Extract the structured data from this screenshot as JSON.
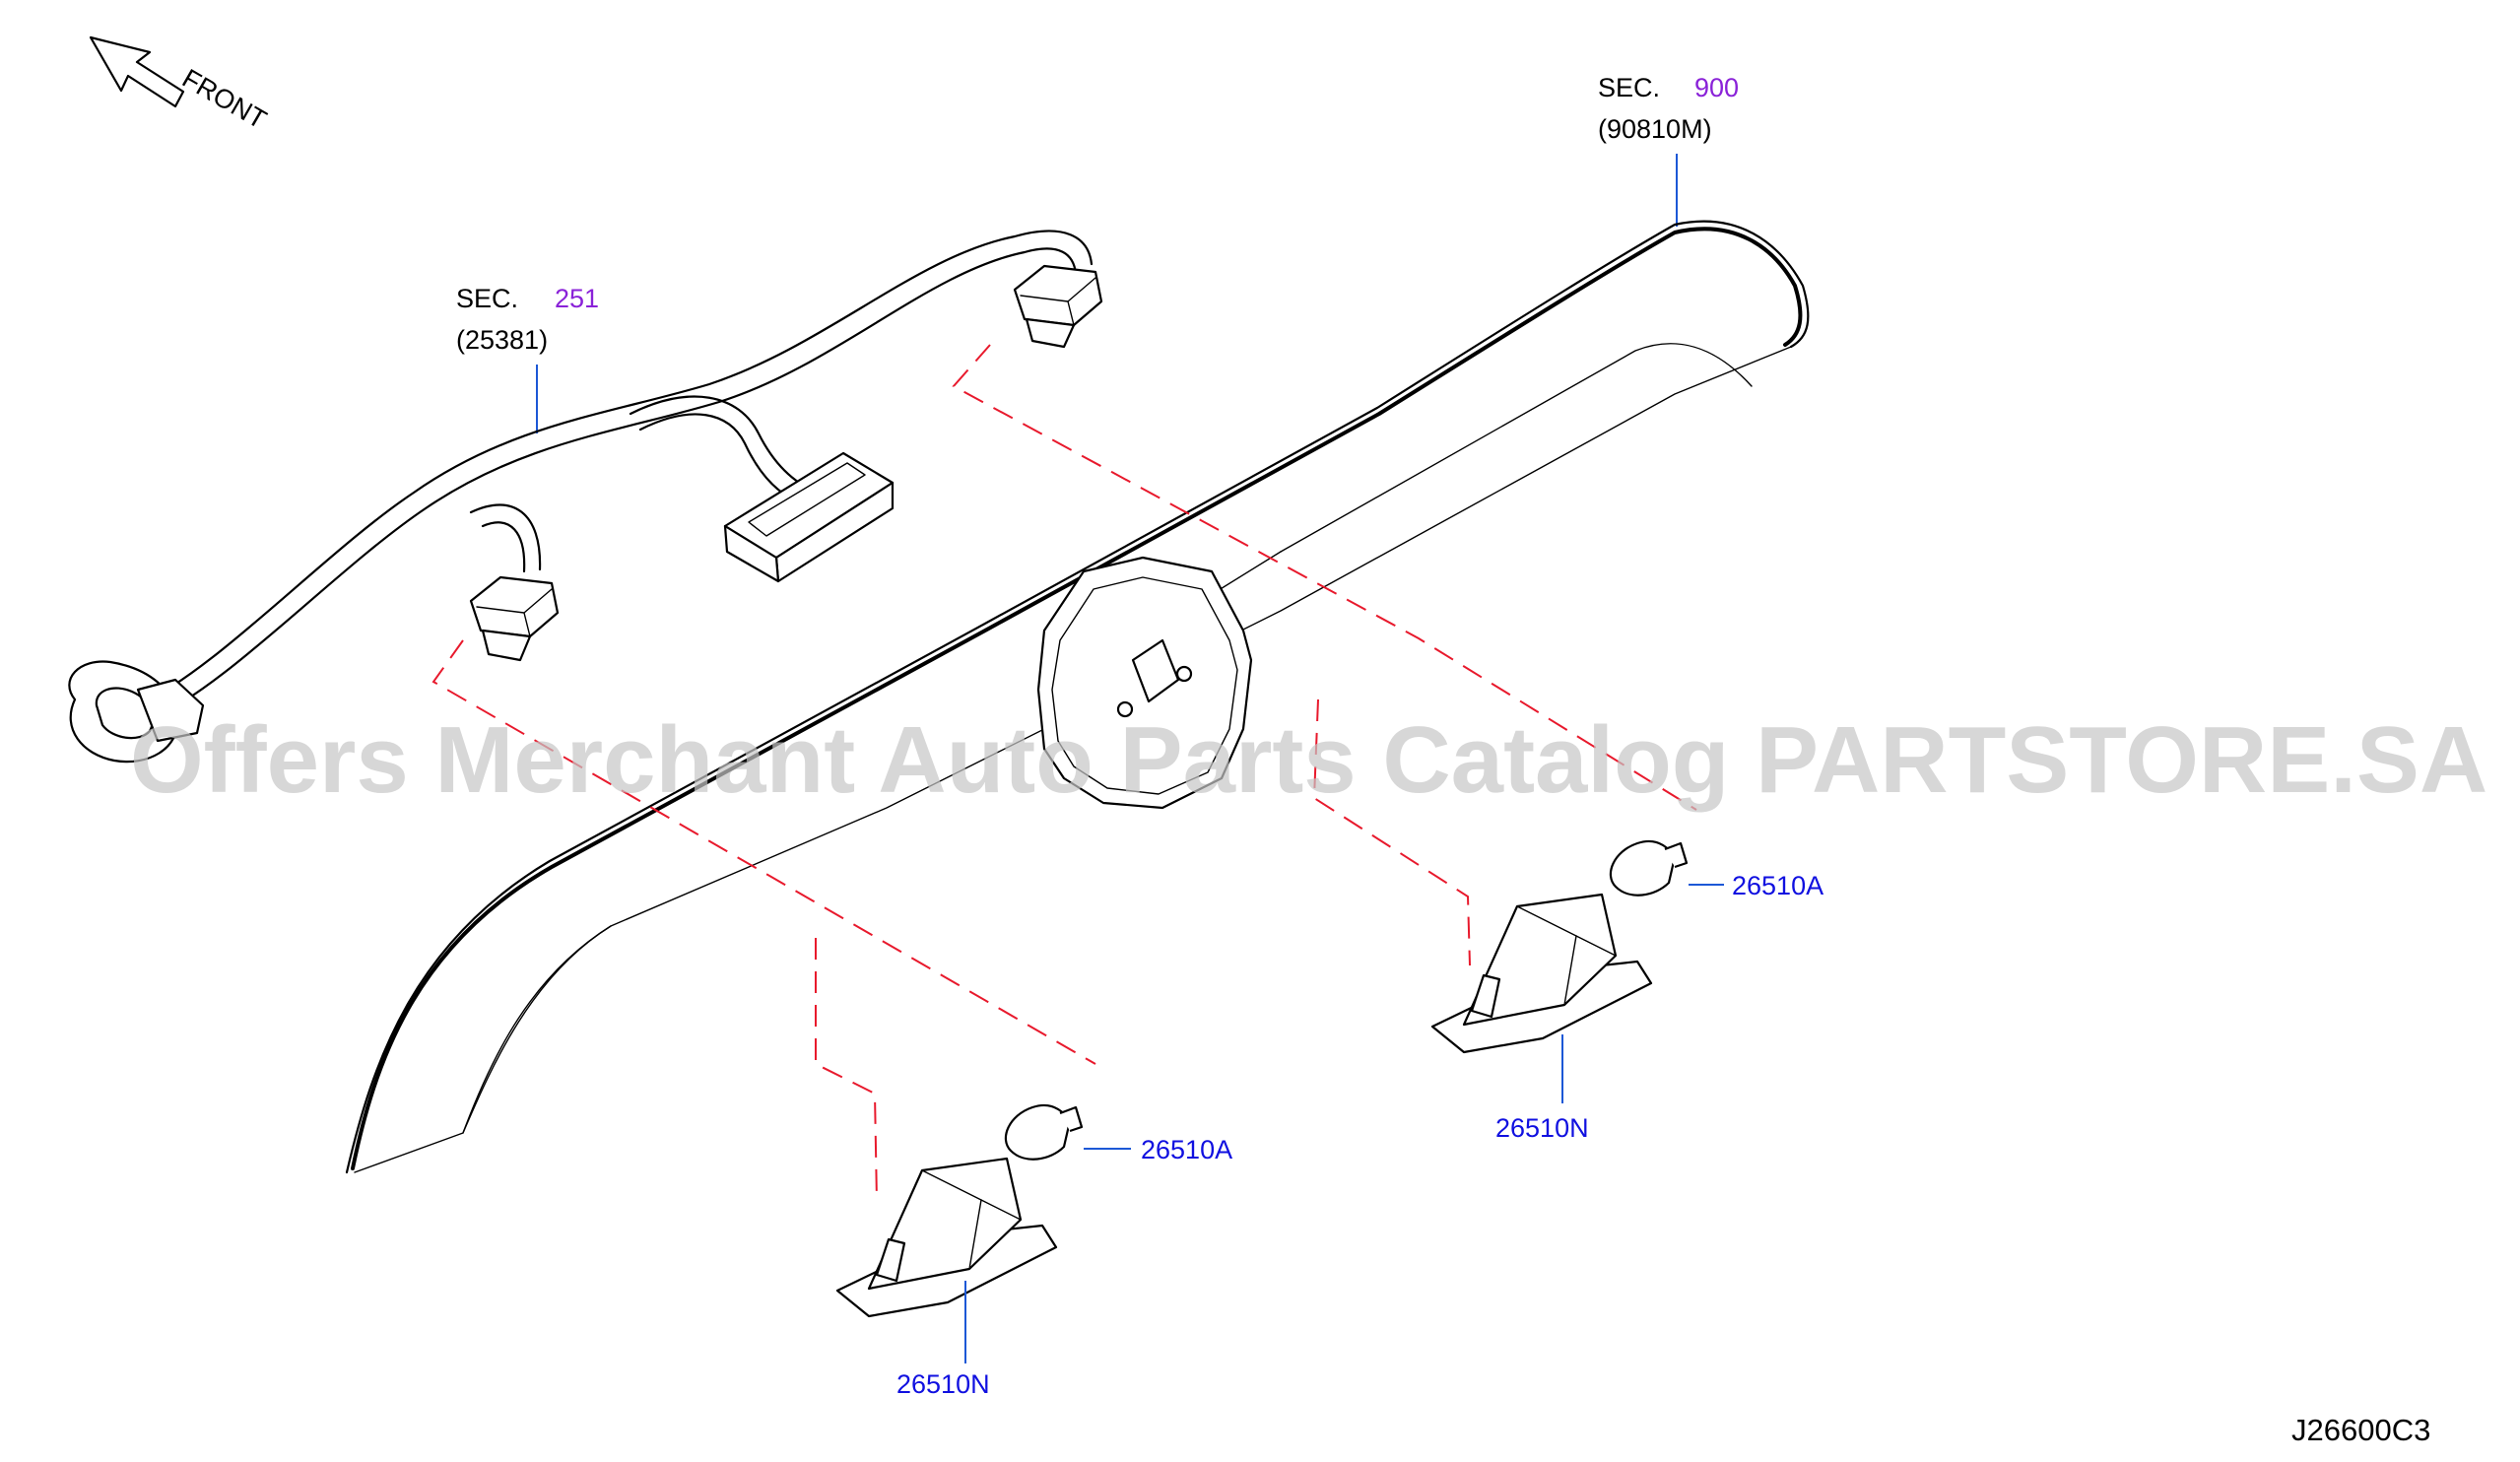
{
  "front_indicator": {
    "label": "FRONT",
    "icon": "front-arrow-icon"
  },
  "sections": [
    {
      "prefix": "SEC.",
      "number": "251",
      "subcode": "(25381)"
    },
    {
      "prefix": "SEC.",
      "number": "900",
      "subcode": "(90810M)"
    }
  ],
  "callouts": {
    "bulb_right": "26510A",
    "lamp_right": "26510N",
    "bulb_left": "26510A",
    "lamp_left": "26510N"
  },
  "diagram_code": "J26600C3",
  "watermark": "Offers Merchant Auto Parts Catalog PARTSTORE.SA",
  "colors": {
    "part_number": "#1010e0",
    "section_number": "#8a22d8",
    "leader_line": "#1c58d6",
    "dashed_guide": "#e8192c",
    "outline": "#000000"
  }
}
